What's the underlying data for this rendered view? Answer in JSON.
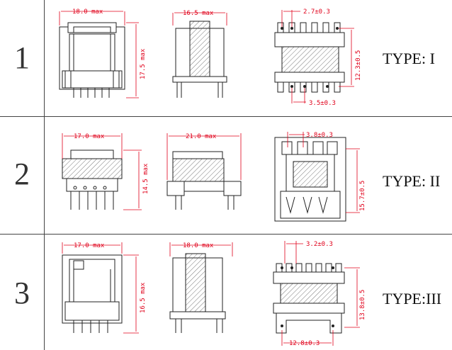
{
  "rows": [
    {
      "number": "1",
      "type": "TYPE: I",
      "dims": {
        "front_width": "18.0 max",
        "front_height": "17.5 max",
        "side_width": "16.5 max",
        "top_pitch": "2.7±0.3",
        "top_height": "12.3±0.5",
        "bottom_pitch": "3.5±0.3"
      }
    },
    {
      "number": "2",
      "type": "TYPE: II",
      "dims": {
        "front_width": "17.0 max",
        "front_height": "14.5 max",
        "side_width": "21.0 max",
        "top_pitch": "3.8±0.3",
        "top_height": "15.7±0.5"
      }
    },
    {
      "number": "3",
      "type": "TYPE:III",
      "dims": {
        "front_width": "17.0 max",
        "front_height": "16.5 max",
        "side_width": "18.0 max",
        "top_pitch": "3.2±0.3",
        "top_height": "13.8±0.5",
        "bottom_width": "12.8±0.3"
      }
    }
  ],
  "colors": {
    "dimension": "#e0001a",
    "outline": "#222222",
    "grid": "#444444"
  }
}
